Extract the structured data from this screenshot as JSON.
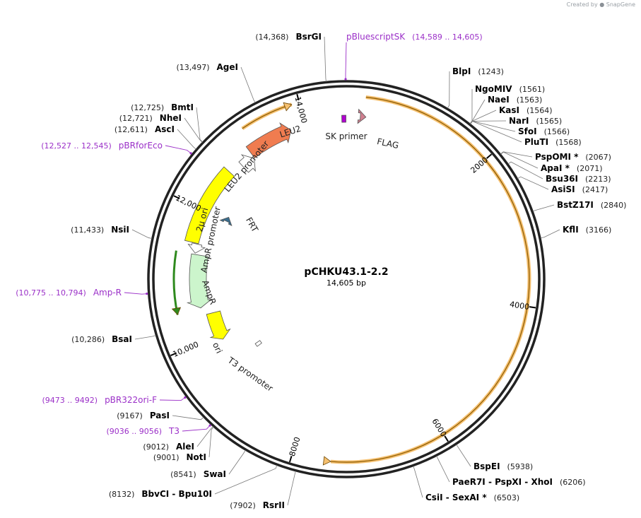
{
  "credit": {
    "prefix": "Created by",
    "brand": "SnapGene"
  },
  "plasmid": {
    "name": "pCHKU43.1-2.2",
    "length_label": "14,605 bp",
    "length": 14605
  },
  "ticks": [
    {
      "text": "2000",
      "bp": 2000
    },
    {
      "text": "4000",
      "bp": 4000
    },
    {
      "text": "6000",
      "bp": 6000
    },
    {
      "text": "8000",
      "bp": 8000
    },
    {
      "text": "10,000",
      "bp": 10000
    },
    {
      "text": "12,000",
      "bp": 12000
    },
    {
      "text": "14,000",
      "bp": 14000
    }
  ],
  "enzymes_right": [
    {
      "name": "BlpI",
      "pos": "(1243)",
      "bp": 1243
    },
    {
      "name": "NgoMIV",
      "pos": "(1561)",
      "bp": 1561
    },
    {
      "name": "NaeI",
      "pos": "(1563)",
      "bp": 1563
    },
    {
      "name": "KasI",
      "pos": "(1564)",
      "bp": 1564
    },
    {
      "name": "NarI",
      "pos": "(1565)",
      "bp": 1565
    },
    {
      "name": "SfoI",
      "pos": "(1566)",
      "bp": 1566
    },
    {
      "name": "PluTI",
      "pos": "(1568)",
      "bp": 1568
    },
    {
      "name": "PspOMI *",
      "pos": "(2067)",
      "bp": 2067
    },
    {
      "name": "ApaI *",
      "pos": "(2071)",
      "bp": 2071
    },
    {
      "name": "Bsu36I",
      "pos": "(2213)",
      "bp": 2213
    },
    {
      "name": "AsiSI",
      "pos": "(2417)",
      "bp": 2417
    },
    {
      "name": "BstZ17I",
      "pos": "(2840)",
      "bp": 2840
    },
    {
      "name": "KflI",
      "pos": "(3166)",
      "bp": 3166
    },
    {
      "name": "BspEI",
      "pos": "(5938)",
      "bp": 5938
    },
    {
      "name": "PaeR7I  -  PspXI  -  XhoI",
      "pos": "(6206)",
      "bp": 6206
    },
    {
      "name": "CsiI  -  SexAI *",
      "pos": "(6503)",
      "bp": 6503
    }
  ],
  "enzymes_left": [
    {
      "name": "BsrGI",
      "pos": "(14,368)",
      "bp": 14368
    },
    {
      "name": "AgeI",
      "pos": "(13,497)",
      "bp": 13497
    },
    {
      "name": "BmtI",
      "pos": "(12,725)",
      "bp": 12725
    },
    {
      "name": "NheI",
      "pos": "(12,721)",
      "bp": 12721
    },
    {
      "name": "AscI",
      "pos": "(12,611)",
      "bp": 12611
    },
    {
      "name": "NsiI",
      "pos": "(11,433)",
      "bp": 11433
    },
    {
      "name": "BsaI",
      "pos": "(10,286)",
      "bp": 10286
    },
    {
      "name": "PasI",
      "pos": "(9167)",
      "bp": 9167
    },
    {
      "name": "AleI",
      "pos": "(9012)",
      "bp": 9012
    },
    {
      "name": "NotI",
      "pos": "(9001)",
      "bp": 9001
    },
    {
      "name": "SwaI",
      "pos": "(8541)",
      "bp": 8541
    },
    {
      "name": "BbvCI  -  Bpu10I",
      "pos": "(8132)",
      "bp": 8132
    },
    {
      "name": "RsrII",
      "pos": "(7902)",
      "bp": 7902
    }
  ],
  "primers": [
    {
      "name": "pBluescriptSK",
      "pos": "(14,589 .. 14,605)",
      "bp": 14597
    },
    {
      "name": "pBRforEco",
      "pos": "(12,527 .. 12,545)",
      "bp": 12536
    },
    {
      "name": "Amp-R",
      "pos": "(10,775 .. 10,794)",
      "bp": 10784
    },
    {
      "name": "pBR322ori-F",
      "pos": "(9473 .. 9492)",
      "bp": 9482
    },
    {
      "name": "T3",
      "pos": "(9036 .. 9056)",
      "bp": 9046
    }
  ],
  "features": [
    {
      "name": "LEU2",
      "start": 13100,
      "end": 13780,
      "color": "#f07c50",
      "dir": "cw"
    },
    {
      "name": "LEU2 promoter",
      "start": 12880,
      "end": 13090,
      "color": "#ffffff",
      "dir": "cw"
    },
    {
      "name": "2μ ori",
      "start": 11500,
      "end": 12680,
      "color": "#ffff00",
      "dir": "none"
    },
    {
      "name": "AmpR promoter",
      "start": 11350,
      "end": 11490,
      "color": "#ffffff",
      "dir": "ccw"
    },
    {
      "name": "AmpR",
      "start": 10500,
      "end": 11330,
      "color": "#ccf5cc",
      "dir": "ccw"
    },
    {
      "name": "ori",
      "start": 9900,
      "end": 10380,
      "color": "#ffff00",
      "dir": "ccw"
    },
    {
      "name": "T3 promoter",
      "start": 9450,
      "end": 9520,
      "color": "#ffffff",
      "dir": "none"
    },
    {
      "name": "SK primer",
      "start": 14540,
      "end": 14600,
      "color": "#b000d0",
      "dir": "none"
    },
    {
      "name": "FLAG",
      "start": 200,
      "end": 280,
      "color": "#d08090",
      "dir": "cw"
    },
    {
      "name": "FRT",
      "start": 12000,
      "end": 12080,
      "color": "#3a6e8f",
      "dir": "cw"
    }
  ],
  "orange_arcs": [
    {
      "start": 250,
      "end": 7500
    },
    {
      "start": 13200,
      "end": 13900
    }
  ],
  "green_arcs": [
    {
      "start": 10470,
      "end": 11340
    }
  ]
}
